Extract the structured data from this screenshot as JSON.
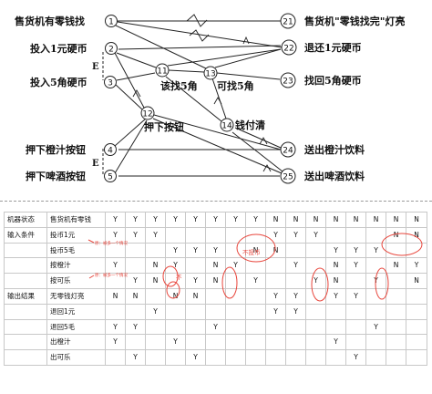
{
  "graph": {
    "left_nodes": [
      {
        "num": "1",
        "label": "售货机有零钱找"
      },
      {
        "num": "2",
        "label": "投入1元硬币"
      },
      {
        "num": "3",
        "label": "投入5角硬币"
      },
      {
        "num": "4",
        "label": "押下橙汁按钮"
      },
      {
        "num": "5",
        "label": "押下啤酒按钮"
      }
    ],
    "middle_nodes": [
      {
        "num": "11",
        "label": "该找5角"
      },
      {
        "num": "13",
        "label": "可找5角"
      },
      {
        "num": "12",
        "label": "押下按钮"
      },
      {
        "num": "14",
        "label": "钱付清"
      }
    ],
    "right_nodes": [
      {
        "num": "21",
        "label": "售货机\"零钱找完\"灯亮"
      },
      {
        "num": "22",
        "label": "退还1元硬币"
      },
      {
        "num": "23",
        "label": "找回5角硬币"
      },
      {
        "num": "24",
        "label": "送出橙汁饮料"
      },
      {
        "num": "25",
        "label": "送出啤酒饮料"
      }
    ],
    "constraint_e": "E"
  },
  "table": {
    "rows": [
      {
        "group": "机器状态",
        "label": "售货机有零钱",
        "cells": [
          "Y",
          "Y",
          "Y",
          "Y",
          "Y",
          "Y",
          "Y",
          "Y",
          "N",
          "N",
          "N",
          "N",
          "N",
          "N",
          "N",
          "N"
        ]
      },
      {
        "group": "输入条件",
        "label": "投币1元",
        "cells": [
          "Y",
          "Y",
          "Y",
          "",
          "",
          "",
          "",
          "",
          "Y",
          "Y",
          "Y",
          "",
          "",
          "",
          "N",
          "N"
        ]
      },
      {
        "group": "",
        "label": "投币5毛",
        "cells": [
          "",
          "",
          "",
          "Y",
          "Y",
          "Y",
          "",
          "N",
          "N",
          "",
          "",
          "Y",
          "Y",
          "Y",
          "",
          ""
        ]
      },
      {
        "group": "",
        "label": "按橙汁",
        "cells": [
          "Y",
          "",
          "N",
          "Y",
          "",
          "N",
          "Y",
          "",
          "",
          "Y",
          "",
          "N",
          "Y",
          "",
          "N",
          "Y"
        ]
      },
      {
        "group": "",
        "label": "按可乐",
        "cells": [
          "",
          "Y",
          "N",
          "",
          "Y",
          "N",
          "",
          "Y",
          "",
          "",
          "Y",
          "N",
          "",
          "Y",
          "",
          "N"
        ]
      },
      {
        "group": "输出结果",
        "label": "无零钱灯亮",
        "cells": [
          "N",
          "N",
          "",
          "N",
          "N",
          "",
          "",
          "",
          "Y",
          "Y",
          "",
          "Y",
          "Y",
          "",
          "",
          ""
        ]
      },
      {
        "group": "",
        "label": "退回1元",
        "cells": [
          "",
          "",
          "Y",
          "",
          "",
          "",
          "",
          "",
          "Y",
          "Y",
          "",
          "",
          "",
          "",
          "",
          ""
        ]
      },
      {
        "group": "",
        "label": "退回5毛",
        "cells": [
          "Y",
          "Y",
          "",
          "",
          "",
          "Y",
          "",
          "",
          "",
          "",
          "",
          "",
          "",
          "Y",
          "",
          ""
        ]
      },
      {
        "group": "",
        "label": "出橙汁",
        "cells": [
          "Y",
          "",
          "",
          "Y",
          "",
          "",
          "",
          "",
          "",
          "",
          "",
          "Y",
          "",
          "",
          "",
          ""
        ]
      },
      {
        "group": "",
        "label": "出可乐",
        "cells": [
          "",
          "Y",
          "",
          "",
          "Y",
          "",
          "",
          "",
          "",
          "",
          "",
          "",
          "Y",
          "",
          "",
          ""
        ]
      }
    ],
    "notes": {
      "note_top": "原：被多一个情况",
      "note_mid": "原：被多一个情况",
      "note_wrong": "不投币",
      "note_n": "不"
    }
  },
  "colors": {
    "annotation_red": "#e8463c",
    "grid": "#c8c8c8",
    "ink": "#111111"
  }
}
